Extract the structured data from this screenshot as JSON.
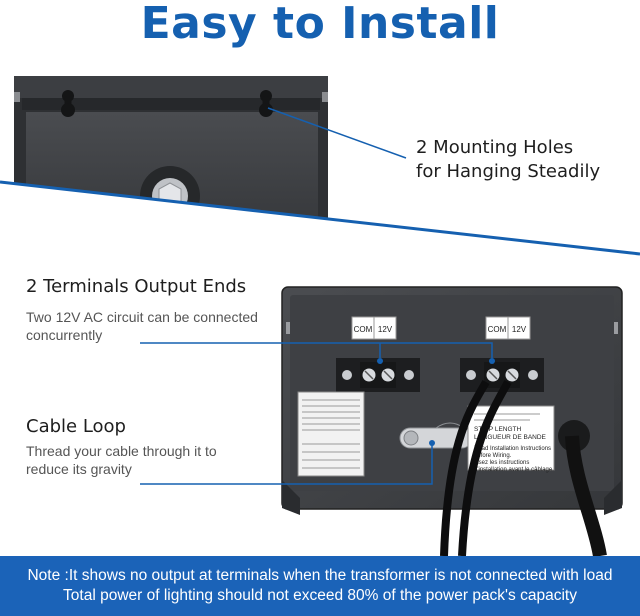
{
  "title": "Easy to Install",
  "mounting": {
    "line1": "2 Mounting Holes",
    "line2": "for Hanging Steadily"
  },
  "terminals": {
    "heading": "2 Terminals Output Ends",
    "desc_line1": "Two 12V AC circuit can be connected",
    "desc_line2": "concurrently"
  },
  "cable_loop": {
    "heading": "Cable Loop",
    "desc_line1": "Thread your cable through it to",
    "desc_line2": "reduce its gravity"
  },
  "panel_labels": {
    "com": "COM",
    "v12": "12V",
    "strip_1": "STRIP LENGTH",
    "strip_2": "LONGUEUR DE BANDE",
    "read_1": "Read Installation Instructions",
    "read_2": "before Wiring.",
    "read_3": "Lisez les instructions",
    "read_4": "d'installation avant le câblage."
  },
  "note": {
    "line1": "Note :It shows no output at terminals when the transformer is not connected with load",
    "line2": "Total power of lighting should not exceed 80% of the power pack's capacity"
  },
  "colors": {
    "accent": "#1560b0",
    "banner": "#1b63b8",
    "panel": "#3d3f42"
  }
}
